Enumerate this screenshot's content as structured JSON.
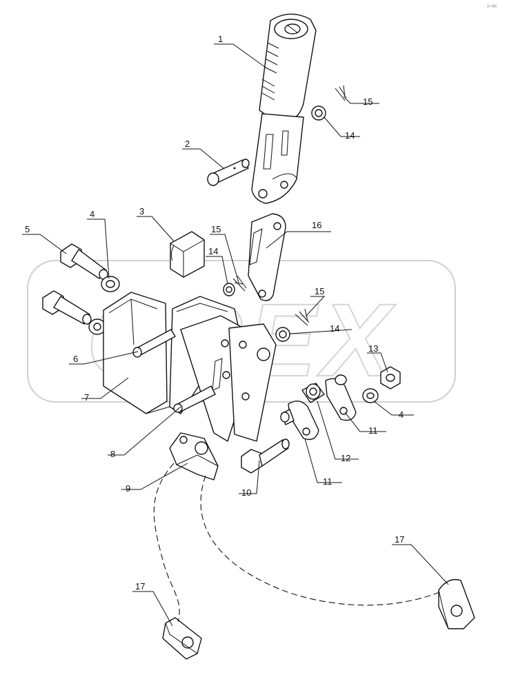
{
  "corner_mark": "ᵃʳ ᵇᵇᵇ",
  "watermark": {
    "text": "OPEX",
    "color": "#cfcfcf"
  },
  "callouts": [
    {
      "id": "c1",
      "label": "1"
    },
    {
      "id": "c2",
      "label": "2"
    },
    {
      "id": "c3",
      "label": "3"
    },
    {
      "id": "c4a",
      "label": "4"
    },
    {
      "id": "c4b",
      "label": "4"
    },
    {
      "id": "c5",
      "label": "5"
    },
    {
      "id": "c6",
      "label": "6"
    },
    {
      "id": "c7",
      "label": "7"
    },
    {
      "id": "c8",
      "label": "8"
    },
    {
      "id": "c9",
      "label": "9"
    },
    {
      "id": "c10",
      "label": "10"
    },
    {
      "id": "c11a",
      "label": "11"
    },
    {
      "id": "c11b",
      "label": "11"
    },
    {
      "id": "c12",
      "label": "12"
    },
    {
      "id": "c13",
      "label": "13"
    },
    {
      "id": "c14a",
      "label": "14"
    },
    {
      "id": "c14b",
      "label": "14"
    },
    {
      "id": "c14c",
      "label": "14"
    },
    {
      "id": "c15a",
      "label": "15"
    },
    {
      "id": "c15b",
      "label": "15"
    },
    {
      "id": "c15c",
      "label": "15"
    },
    {
      "id": "c16",
      "label": "16"
    },
    {
      "id": "c17a",
      "label": "17"
    },
    {
      "id": "c17b",
      "label": "17"
    }
  ]
}
